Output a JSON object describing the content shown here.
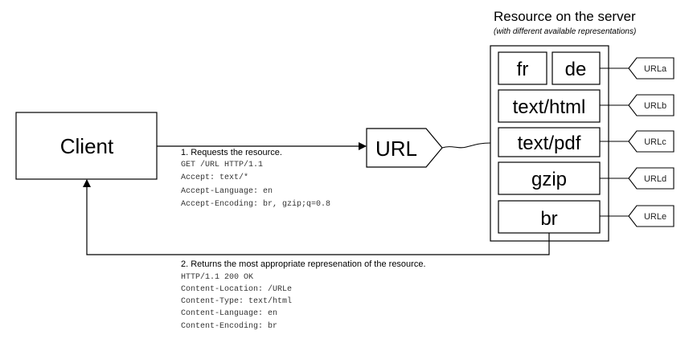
{
  "server": {
    "title": "Resource on the server",
    "subtitle": "(with different available representations)"
  },
  "client": {
    "label": "Client"
  },
  "url_node": {
    "label": "URL"
  },
  "representations": {
    "fr": "fr",
    "de": "de",
    "html": "text/html",
    "pdf": "text/pdf",
    "gzip": "gzip",
    "br": "br"
  },
  "url_tags": {
    "a": "URLa",
    "b": "URLb",
    "c": "URLc",
    "d": "URLd",
    "e": "URLe"
  },
  "request": {
    "caption": "1. Requests the resource.",
    "lines": [
      "GET /URL HTTP/1.1",
      "Accept: text/*",
      "Accept-Language: en",
      "Accept-Encoding: br, gzip;q=0.8"
    ]
  },
  "response": {
    "caption": "2. Returns the most appropriate represenation of the resource.",
    "lines": [
      "HTTP/1.1 200 OK",
      "Content-Location: /URLe",
      "Content-Type: text/html",
      "Content-Language: en",
      "Content-Encoding: br"
    ]
  }
}
